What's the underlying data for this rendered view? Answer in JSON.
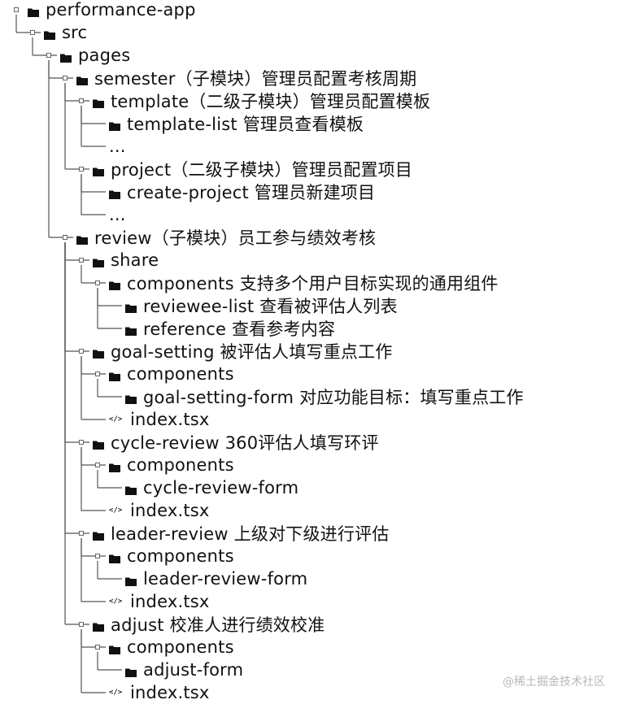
{
  "tree": [
    {
      "label": "performance-app",
      "type": "folder"
    },
    {
      "label": "src",
      "type": "folder"
    },
    {
      "label": "pages",
      "type": "folder"
    },
    {
      "label": "semester（子模块）管理员配置考核周期",
      "type": "folder"
    },
    {
      "label": "template（二级子模块）管理员配置模板",
      "type": "folder"
    },
    {
      "label": "template-list 管理员查看模板",
      "type": "folder"
    },
    {
      "label": "...",
      "type": "ellipsis"
    },
    {
      "label": "project（二级子模块）管理员配置项目",
      "type": "folder"
    },
    {
      "label": "create-project 管理员新建项目",
      "type": "folder"
    },
    {
      "label": "...",
      "type": "ellipsis"
    },
    {
      "label": "review（子模块）员工参与绩效考核",
      "type": "folder"
    },
    {
      "label": "share",
      "type": "folder"
    },
    {
      "label": "components 支持多个用户目标实现的通用组件",
      "type": "folder"
    },
    {
      "label": "reviewee-list 查看被评估人列表",
      "type": "folder"
    },
    {
      "label": "reference 查看参考内容",
      "type": "folder"
    },
    {
      "label": "goal-setting 被评估人填写重点工作",
      "type": "folder"
    },
    {
      "label": "components",
      "type": "folder"
    },
    {
      "label": "goal-setting-form 对应功能目标：填写重点工作",
      "type": "folder"
    },
    {
      "label": "index.tsx",
      "type": "file"
    },
    {
      "label": "cycle-review 360评估人填写环评",
      "type": "folder"
    },
    {
      "label": "components",
      "type": "folder"
    },
    {
      "label": "cycle-review-form",
      "type": "folder"
    },
    {
      "label": "index.tsx",
      "type": "file"
    },
    {
      "label": "leader-review 上级对下级进行评估",
      "type": "folder"
    },
    {
      "label": "components",
      "type": "folder"
    },
    {
      "label": "leader-review-form",
      "type": "folder"
    },
    {
      "label": "index.tsx",
      "type": "file"
    },
    {
      "label": "adjust 校准人进行绩效校准",
      "type": "folder"
    },
    {
      "label": "components",
      "type": "folder"
    },
    {
      "label": "adjust-form",
      "type": "folder"
    },
    {
      "label": "index.tsx",
      "type": "file"
    }
  ],
  "watermark": "@稀土掘金技术社区"
}
